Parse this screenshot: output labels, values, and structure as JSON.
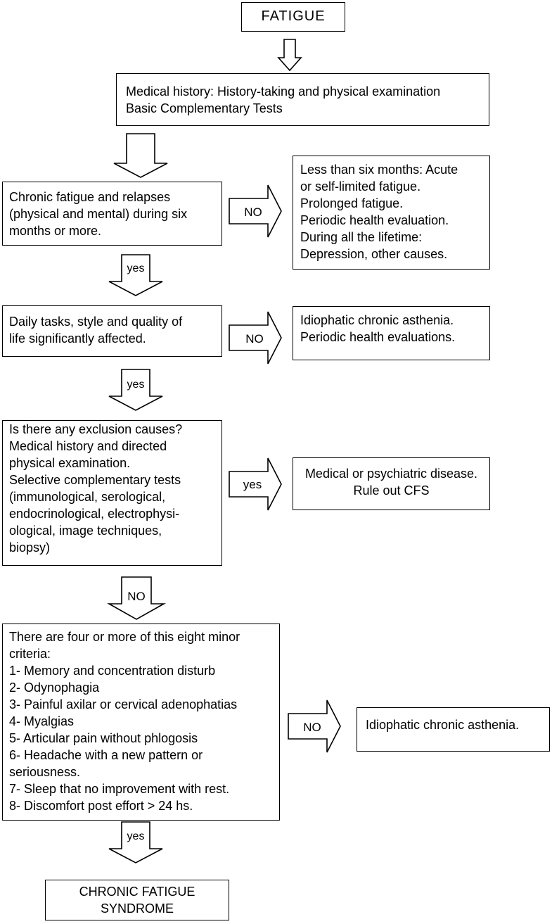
{
  "title": "FATIGUE",
  "step_history": {
    "lines": [
      "Medical history: History-taking and physical examination",
      "Basic Complementary Tests"
    ]
  },
  "q_chronic": {
    "lines": [
      "Chronic fatigue and relapses",
      "(physical and mental) during six",
      "months or more."
    ]
  },
  "out_chronic_no": {
    "lines": [
      "Less than six months: Acute",
      "or self-limited fatigue.",
      "Prolonged fatigue.",
      "Periodic health evaluation.",
      "During all the lifetime:",
      "Depression, other causes."
    ]
  },
  "q_daily": {
    "lines": [
      "Daily tasks, style and quality of",
      "life significantly affected."
    ]
  },
  "out_daily_no": {
    "lines": [
      "Idiophatic chronic asthenia.",
      "Periodic health evaluations."
    ]
  },
  "q_exclusion": {
    "lines": [
      "Is there any exclusion causes?",
      "Medical history and directed",
      "physical examination.",
      "Selective complementary tests",
      "(immunological, serological,",
      "endocrinological, electrophysi-",
      "ological, image techniques,",
      "biopsy)"
    ]
  },
  "out_exclusion_yes": {
    "lines": [
      "Medical or psychiatric disease.",
      "Rule out CFS"
    ]
  },
  "q_minor": {
    "lines": [
      "There are four or more of this eight minor",
      "criteria:",
      "1- Memory and concentration disturb",
      "2- Odynophagia",
      "3- Painful axilar or cervical adenophatias",
      "4- Myalgias",
      "5- Articular pain without phlogosis",
      "6- Headache with a new pattern or",
      "seriousness.",
      "7- Sleep that no improvement with rest.",
      "8- Discomfort post effort > 24 hs."
    ]
  },
  "out_minor_no": {
    "lines": [
      "Idiophatic chronic asthenia."
    ]
  },
  "result": {
    "lines": [
      "CHRONIC FATIGUE",
      "SYNDROME"
    ]
  },
  "labels": {
    "yes": "yes",
    "no": "NO"
  }
}
